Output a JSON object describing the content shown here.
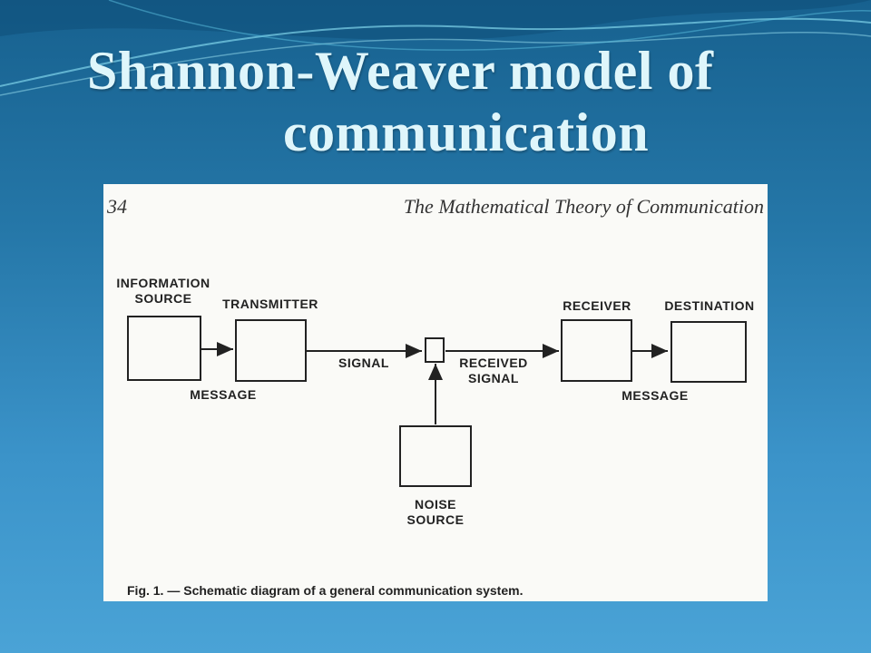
{
  "slide": {
    "title_line1": "Shannon-Weaver model of",
    "title_line2": "communication"
  },
  "figure": {
    "page_number": "34",
    "running_head": "The Mathematical Theory of Communication",
    "nodes": {
      "information_source": [
        "INFORMATION",
        "SOURCE"
      ],
      "transmitter": "TRANSMITTER",
      "receiver": "RECEIVER",
      "destination": "DESTINATION",
      "noise_source": [
        "NOISE",
        "SOURCE"
      ]
    },
    "edge_labels": {
      "message_left": "MESSAGE",
      "signal": "SIGNAL",
      "received_signal": [
        "RECEIVED",
        "SIGNAL"
      ],
      "message_right": "MESSAGE"
    },
    "caption": "Fig. 1. — Schematic diagram of a general communication system."
  },
  "colors": {
    "title": "#dff6fb",
    "background_top": "#17618f",
    "background_bottom": "#4aa3d6",
    "figure_paper": "#fafaf7",
    "ink": "#222222"
  }
}
